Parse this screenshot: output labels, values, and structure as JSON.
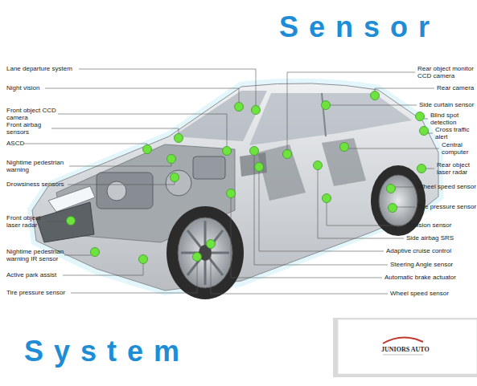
{
  "diagram": {
    "title": "Sensor",
    "caption": "System",
    "labels": [
      "Lane departure system",
      "Night vision",
      "Front object CCD camera",
      "Front airbag sensors",
      "ASCD",
      "Nightime pedestrian warning",
      "Drowsiness sensors",
      "Front object laser radar",
      "Nightime pedestrian warning IR sensor",
      "Active park assist",
      "Tire pressure sensor",
      "Rear object monitor CCD camera",
      "Rear camera",
      "Side curtain sensor",
      "Blind spot detection",
      "Cross traffic alert",
      "Central computer",
      "Rear object laser radar",
      "Wheel speed sensor",
      "Tire pressure sensor",
      "Collision sensor",
      "Side airbag SRS",
      "Adaptive cruise control",
      "Steering Angle sensor",
      "Automatic brake actuator",
      "Wheel speed sensor",
      "JUNIORS AUTO"
    ]
  }
}
